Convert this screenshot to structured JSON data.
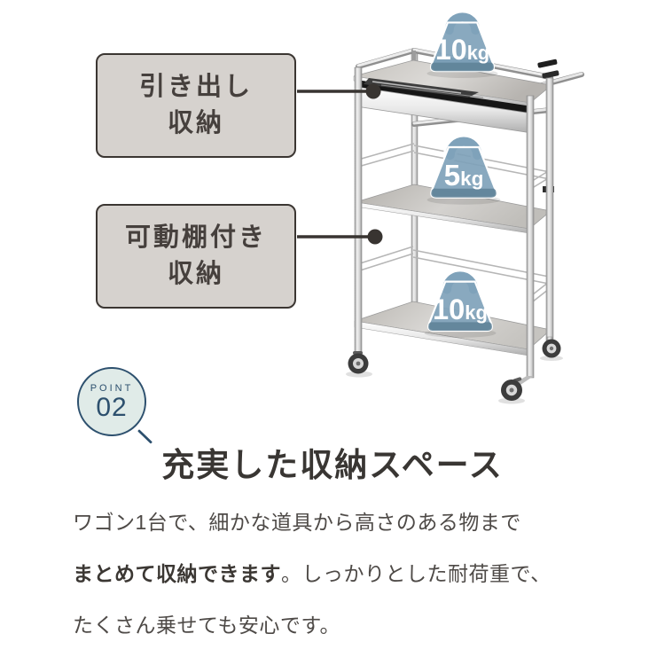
{
  "callouts": {
    "drawer": {
      "line1": "引き出し",
      "line2": "収納"
    },
    "movable_shelf": {
      "line1": "可動棚付き",
      "line2": "収納"
    }
  },
  "load_capacity": {
    "top": {
      "value": "10",
      "unit": "kg"
    },
    "middle": {
      "value": "5",
      "unit": "kg"
    },
    "bottom": {
      "value": "10",
      "unit": "kg"
    }
  },
  "point_badge": {
    "label": "POINT",
    "number": "02"
  },
  "section": {
    "heading": "充実した収納スペース",
    "body_line1": "ワゴン1台で、細かな道具から高さのある物まで",
    "body_line2_bold": "まとめて収納できます",
    "body_line2_rest": "。しっかりとした耐荷重で、",
    "body_line3": "たくさん乗せても安心です。"
  },
  "colors": {
    "weight_blue": "#7fa2ba",
    "weight_blue_dark": "#5e8196",
    "weight_text": "#ffffff",
    "badge_navy": "#2d506e",
    "badge_fill": "#e0ebe8",
    "label_bg": "#d6d2ce",
    "label_border": "#3b3632",
    "label_text": "#46403d",
    "leader_line": "#383431",
    "heading_text": "#393633",
    "body_text": "#4e4a47"
  }
}
